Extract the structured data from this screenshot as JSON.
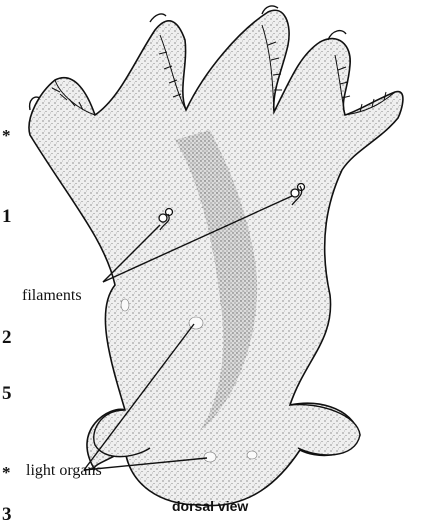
{
  "margin_marks": [
    "*",
    "1",
    "2",
    "5",
    "*",
    "3"
  ],
  "labels": {
    "filaments": "filaments",
    "light_organs": "light organs"
  },
  "caption": "dorsal view",
  "colors": {
    "ink": "#111111",
    "body_fill": "#ececec",
    "paper": "#ffffff"
  }
}
